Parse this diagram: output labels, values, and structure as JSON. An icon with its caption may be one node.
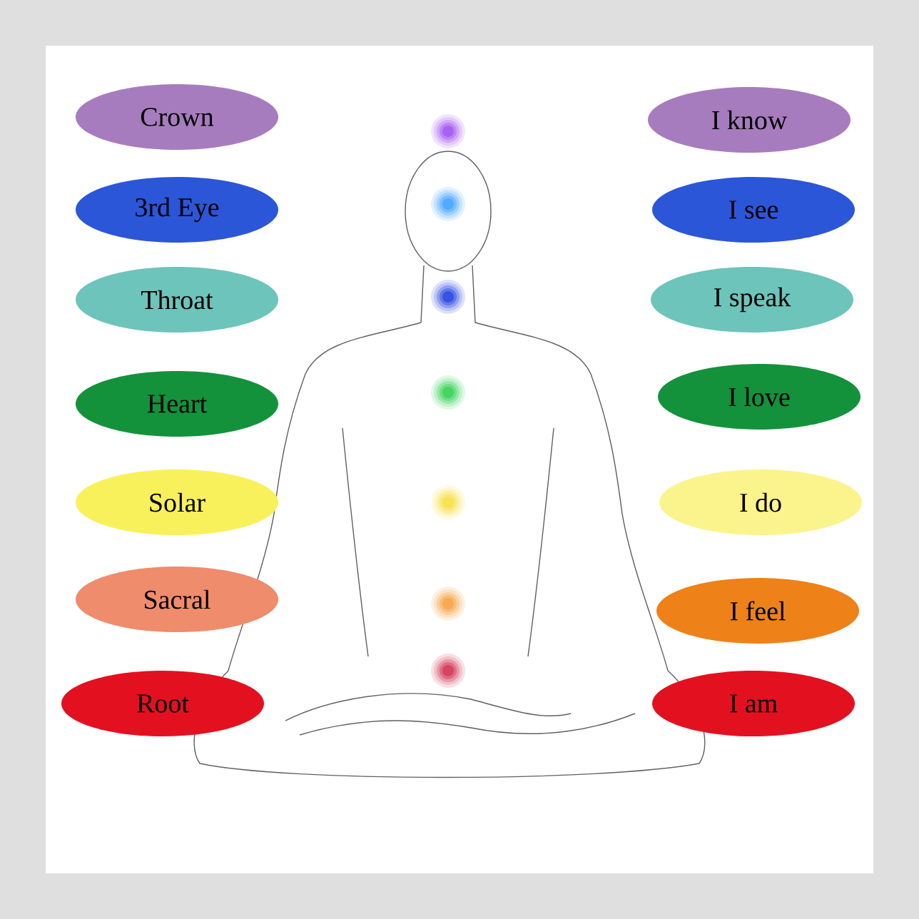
{
  "diagram": {
    "nodes": [
      {
        "text": [
          "Crown"
        ]
      },
      {
        "text": [
          "3rd Eye"
        ]
      },
      {
        "text": [
          "Throat"
        ]
      },
      {
        "text": [
          "Heart"
        ]
      },
      {
        "text": [
          "Solar"
        ]
      },
      {
        "text": [
          "Sacral"
        ]
      },
      {
        "text": [
          "Root"
        ]
      },
      {
        "text": [
          "I know"
        ]
      },
      {
        "text": [
          "I see"
        ]
      },
      {
        "text": [
          "I speak"
        ]
      },
      {
        "text": [
          "I love"
        ]
      },
      {
        "text": [
          "I do"
        ]
      },
      {
        "text": [
          "I feel"
        ]
      },
      {
        "text": [
          "I am"
        ]
      }
    ]
  }
}
